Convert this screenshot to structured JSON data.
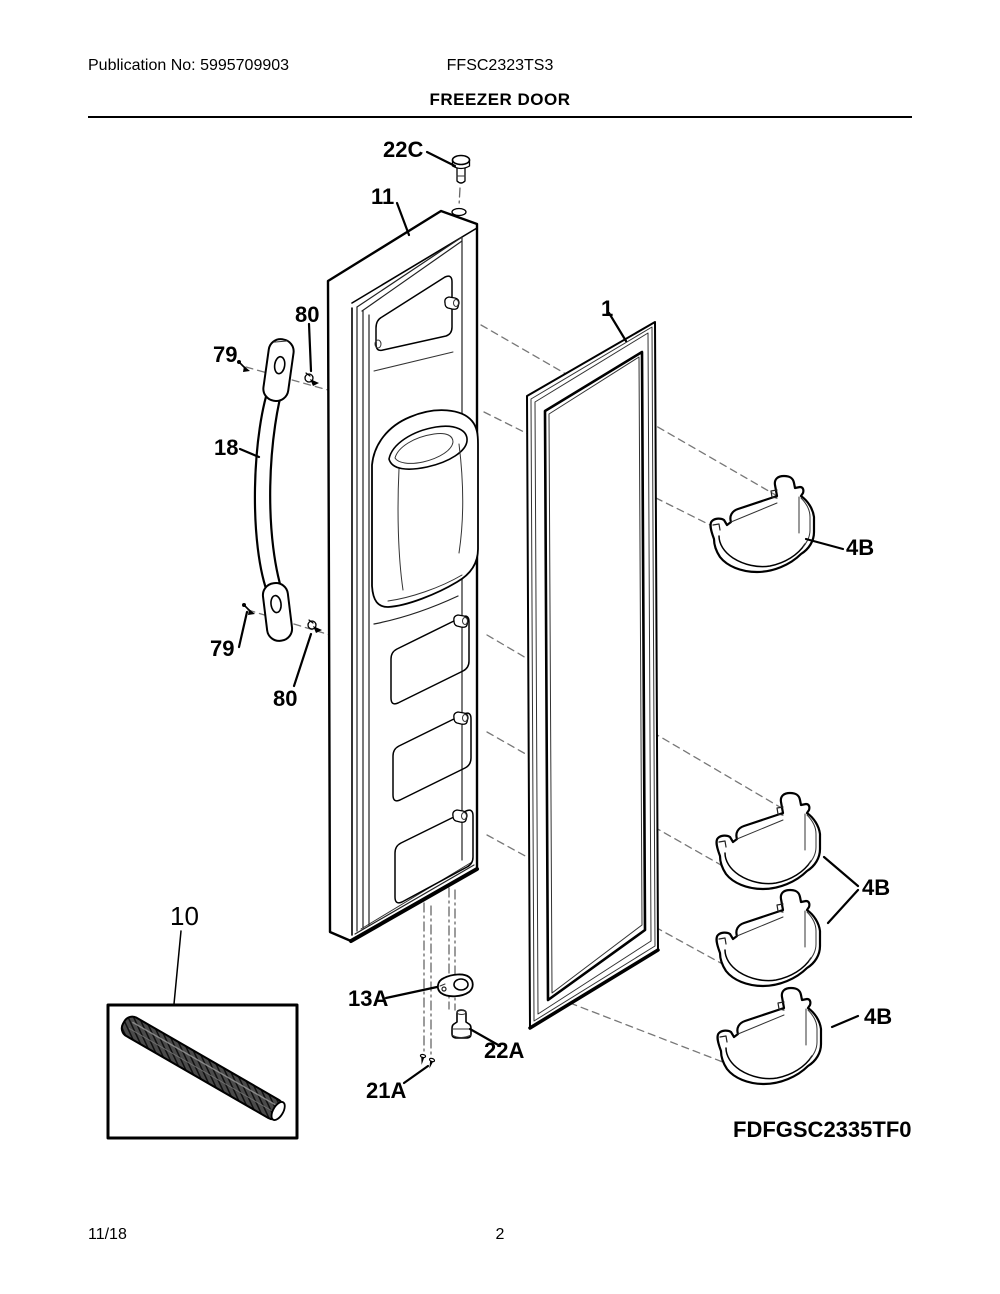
{
  "header": {
    "publication": "Publication No: 5995709903",
    "model": "FFSC2323TS3",
    "section_title": "FREEZER DOOR"
  },
  "diagram": {
    "assembly_code": "FDFGSC2335TF0",
    "callouts": [
      {
        "part": "22C"
      },
      {
        "part": "11"
      },
      {
        "part": "80"
      },
      {
        "part": "79"
      },
      {
        "part": "18"
      },
      {
        "part": "79"
      },
      {
        "part": "80"
      },
      {
        "part": "1"
      },
      {
        "part": "4B"
      },
      {
        "part": "4B"
      },
      {
        "part": "4B"
      },
      {
        "part": "13A"
      },
      {
        "part": "22A"
      },
      {
        "part": "21A"
      },
      {
        "part": "10"
      }
    ],
    "colors": {
      "ink": "#000000",
      "paper": "#ffffff"
    }
  },
  "footer": {
    "date": "11/18",
    "page": "2"
  }
}
